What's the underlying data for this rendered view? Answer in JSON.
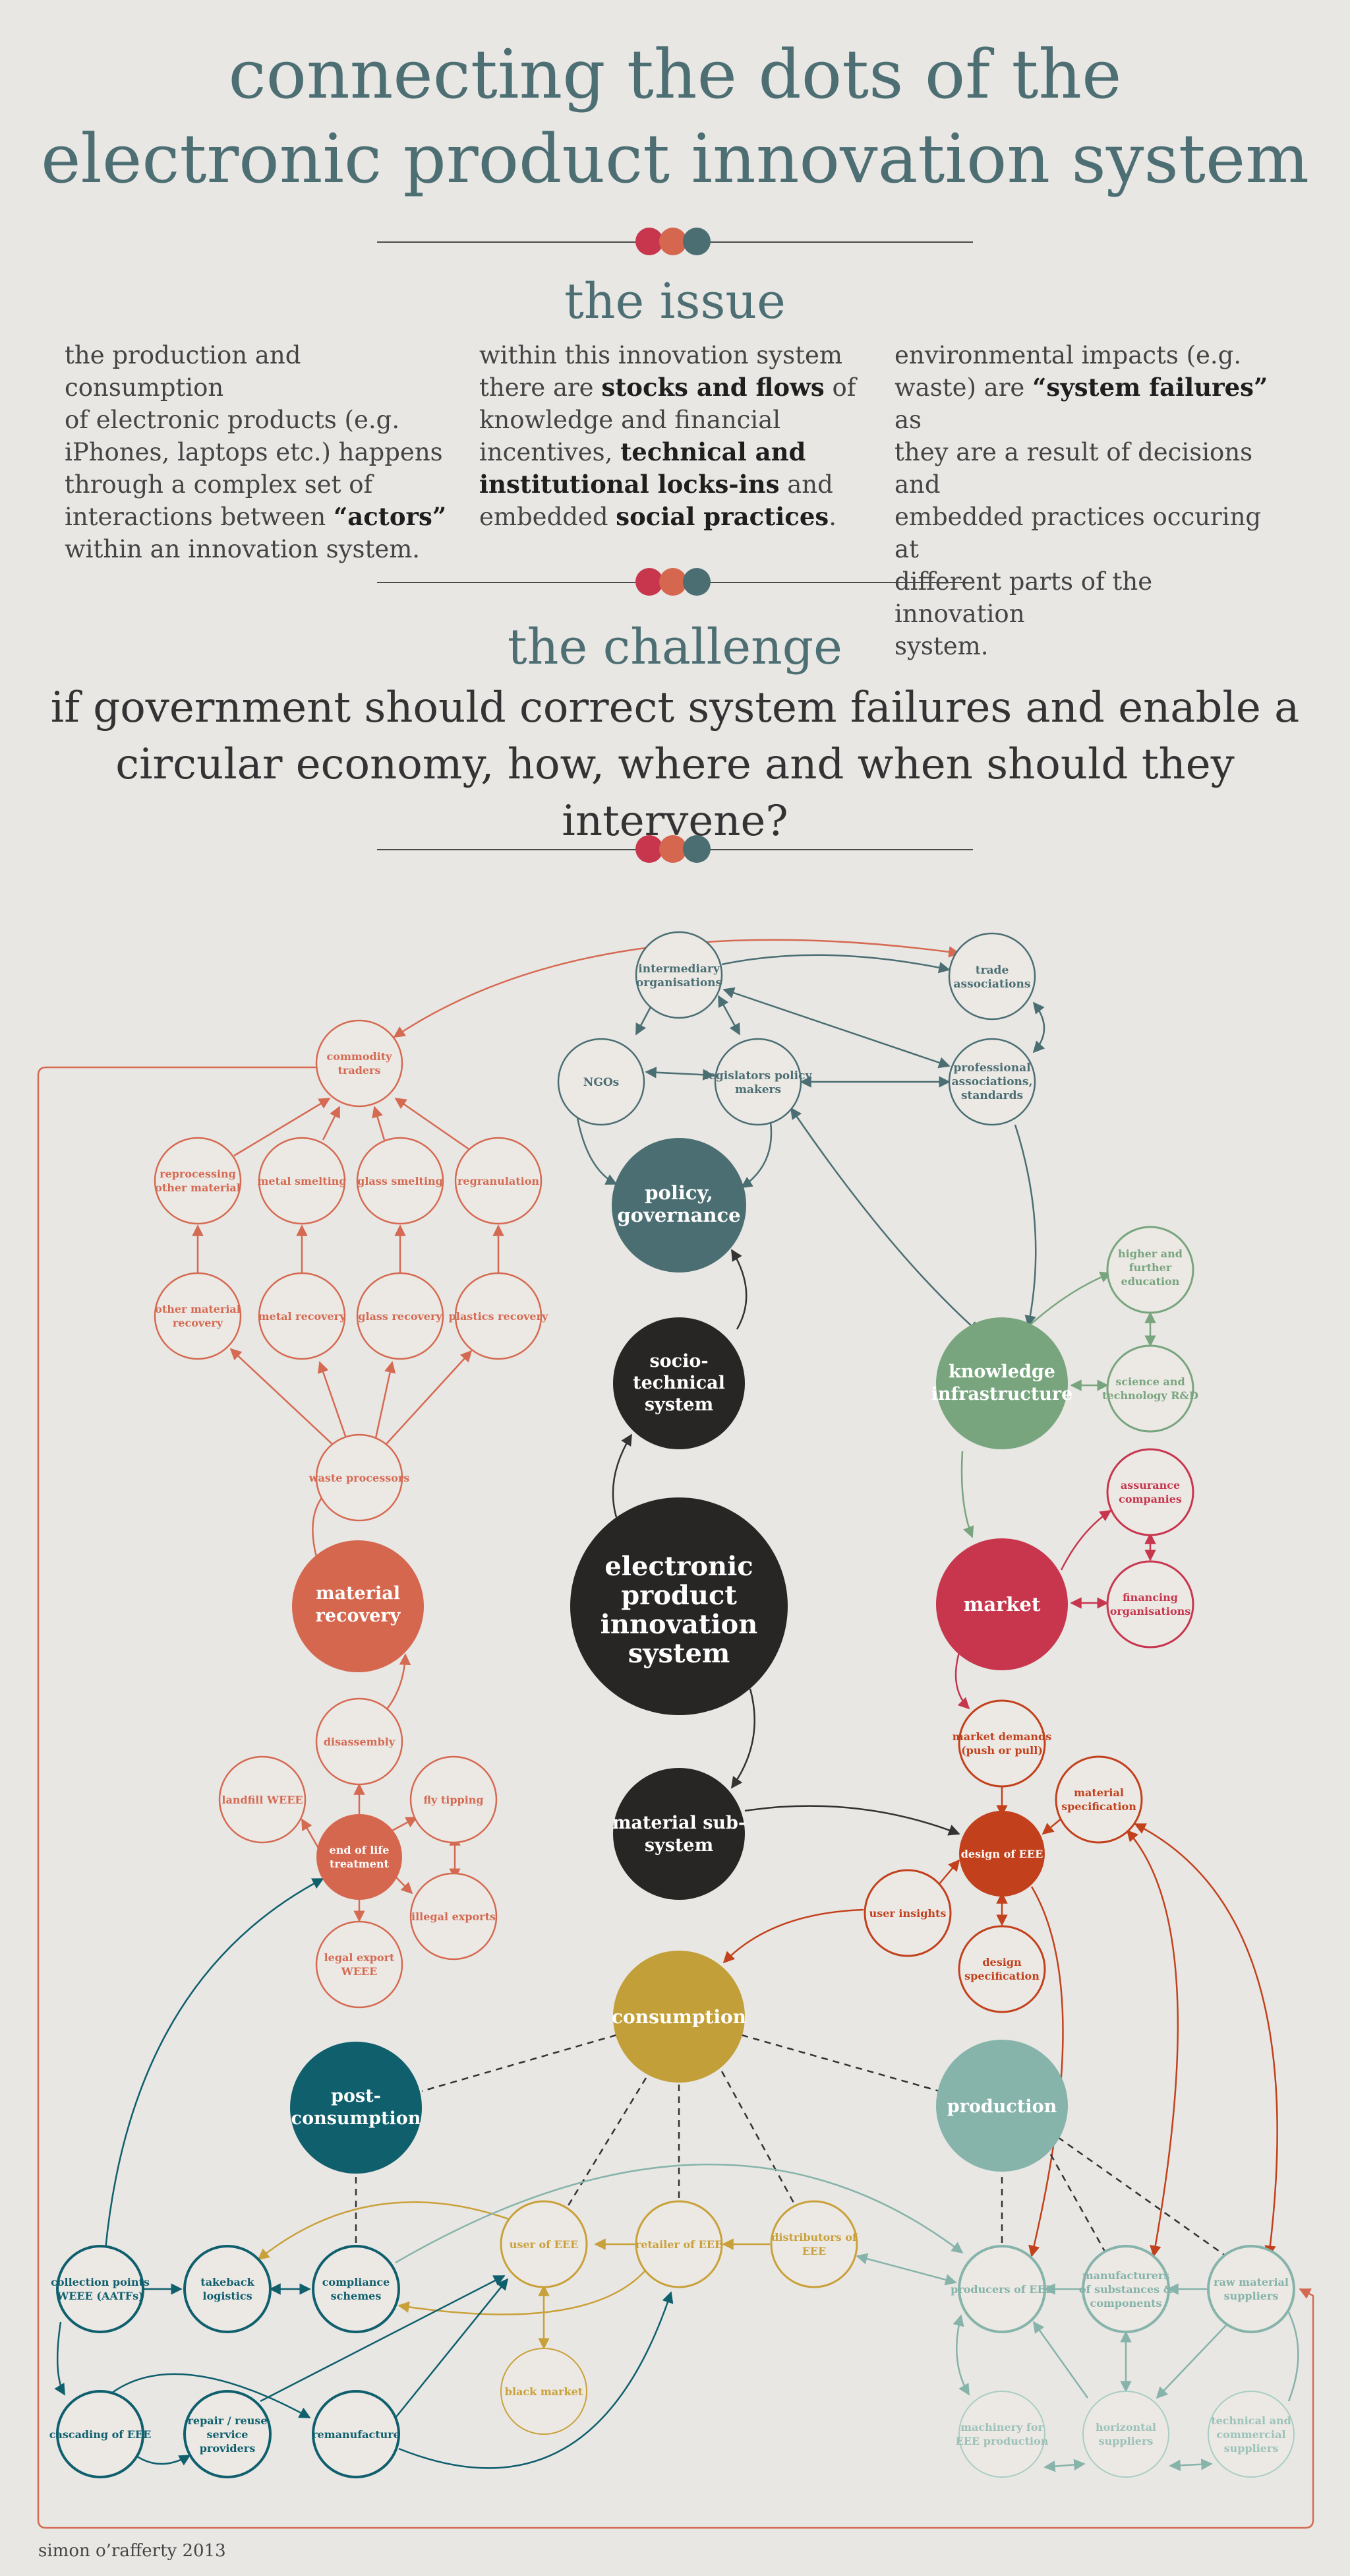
{
  "header": {
    "title_line1": "connecting the dots of the",
    "title_line2": "electronic product innovation system"
  },
  "colors": {
    "dot1": "#c7364d",
    "dot2": "#d5674f",
    "dot3": "#4b6e73",
    "teal_title": "#4d6f73"
  },
  "issue": {
    "title": "the issue",
    "col1": [
      "the production and consumption",
      "of electronic products (e.g.",
      "iPhones, laptops etc.) happens",
      "through a complex set of",
      "interactions between",
      "“actors”",
      "within an innovation system."
    ],
    "col2": [
      "within this innovation system",
      "there are",
      "stocks and flows",
      "of",
      "knowledge and financial",
      "incentives,",
      "technical and",
      "institutional locks-ins",
      "and",
      "embedded",
      "social practices",
      "."
    ],
    "col3": [
      "environmental impacts (e.g.",
      "waste) are",
      "“system failures”",
      "as",
      "they are a result of decisions and",
      "embedded practices occuring at",
      "different parts of the innovation",
      "system."
    ]
  },
  "challenge": {
    "title": "the challenge",
    "line1": "if government should correct system failures and enable a",
    "line2": "circular economy, how, where and when should they intervene?"
  },
  "nodes": {
    "center": [
      "electronic",
      "product",
      "innovation",
      "system"
    ],
    "policy": [
      "policy,",
      "governance"
    ],
    "socio": [
      "socio-",
      "technical",
      "system"
    ],
    "material_sub": [
      "material sub-",
      "system"
    ],
    "knowledge": [
      "knowledge",
      "infrastructure"
    ],
    "market": [
      "market"
    ],
    "material_recovery": [
      "material",
      "recovery"
    ],
    "consumption": [
      "consumption"
    ],
    "post_consumption": [
      "post-",
      "consumption"
    ],
    "production": [
      "production"
    ],
    "intermediary": [
      "intermediary",
      "organisations"
    ],
    "trade": [
      "trade",
      "associations"
    ],
    "ngos": [
      "NGOs"
    ],
    "legislators": [
      "legislators policy",
      "makers"
    ],
    "professional": [
      "professional",
      "associations,",
      "standards"
    ],
    "higher_ed": [
      "higher and",
      "further",
      "education"
    ],
    "science": [
      "science and",
      "technology R&D"
    ],
    "assurance": [
      "assurance",
      "companies"
    ],
    "financing": [
      "financing",
      "organisations"
    ],
    "market_demands": [
      "market demands",
      "(push or pull)"
    ],
    "material_spec": [
      "material",
      "specification"
    ],
    "design_eee": [
      "design of EEE"
    ],
    "user_insights": [
      "user insights"
    ],
    "design_spec": [
      "design",
      "specification"
    ],
    "commodity": [
      "commodity",
      "traders"
    ],
    "reprocessing": [
      "reprocessing",
      "other material"
    ],
    "metal_smelting": [
      "metal smelting"
    ],
    "glass_smelting": [
      "glass smelting"
    ],
    "regranulation": [
      "regranulation"
    ],
    "other_recovery": [
      "other material",
      "recovery"
    ],
    "metal_recovery": [
      "metal recovery"
    ],
    "glass_recovery": [
      "glass recovery"
    ],
    "plastics_recovery": [
      "plastics recovery"
    ],
    "waste_processors": [
      "waste processors"
    ],
    "disassembly": [
      "disassembly"
    ],
    "landfill": [
      "landfill WEEE"
    ],
    "fly_tipping": [
      "fly tipping"
    ],
    "end_of_life": [
      "end of life",
      "treatment"
    ],
    "illegal_exports": [
      "illegal exports"
    ],
    "legal_export": [
      "legal export",
      "WEEE"
    ],
    "collection": [
      "collection points",
      "WEEE (AATFs)"
    ],
    "takeback": [
      "takeback",
      "logistics"
    ],
    "compliance": [
      "compliance",
      "schemes"
    ],
    "user_eee": [
      "user of EEE"
    ],
    "retailer": [
      "retailer of EEE"
    ],
    "distributors": [
      "distributors of",
      "EEE"
    ],
    "black_market": [
      "black market"
    ],
    "producers": [
      "producers of EEE"
    ],
    "manufacturers": [
      "manufacturers",
      "of substances &",
      "components"
    ],
    "raw_material": [
      "raw material",
      "suppliers"
    ],
    "cascading": [
      "cascading of EEE"
    ],
    "repair": [
      "repair / reuse",
      "service",
      "providers"
    ],
    "remanufacture": [
      "remanufacture"
    ],
    "machinery": [
      "machinery for",
      "EEE production"
    ],
    "horizontal": [
      "horizontal",
      "suppliers"
    ],
    "technical_commercial": [
      "technical and",
      "commercial",
      "suppliers"
    ]
  },
  "footer": {
    "credit": "simon o’rafferty 2013"
  }
}
